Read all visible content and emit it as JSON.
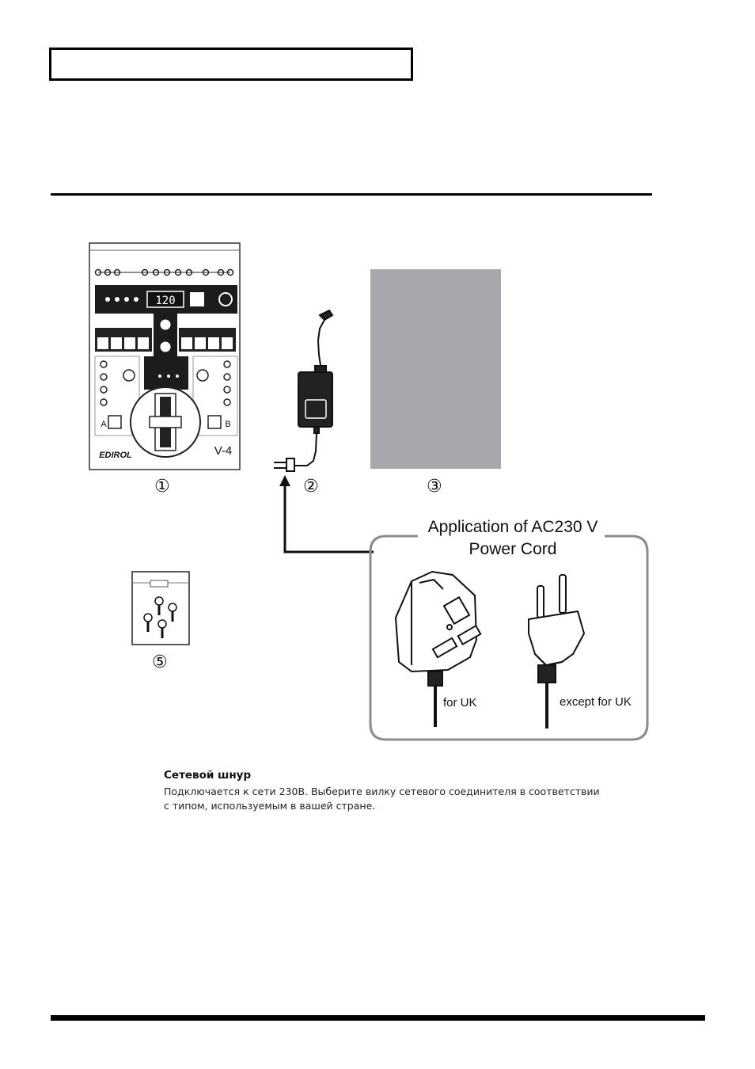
{
  "header": {
    "label": ""
  },
  "items": {
    "n1": "①",
    "n2": "②",
    "n3": "③",
    "n5": "⑤"
  },
  "device": {
    "brand": "EDIROL",
    "model": "V-4",
    "display": "120",
    "btn_a": "A",
    "btn_b": "B"
  },
  "callout": {
    "title_line1": "Application of AC230 V",
    "title_line2": "Power Cord",
    "uk_label": "for UK",
    "eu_label": "except for UK"
  },
  "caption": {
    "title": "Сетевой шнур",
    "text": "Подключается к сети 230В. Выберите вилку сетевого соединителя в соответствии с типом, используемым в вашей стране."
  }
}
